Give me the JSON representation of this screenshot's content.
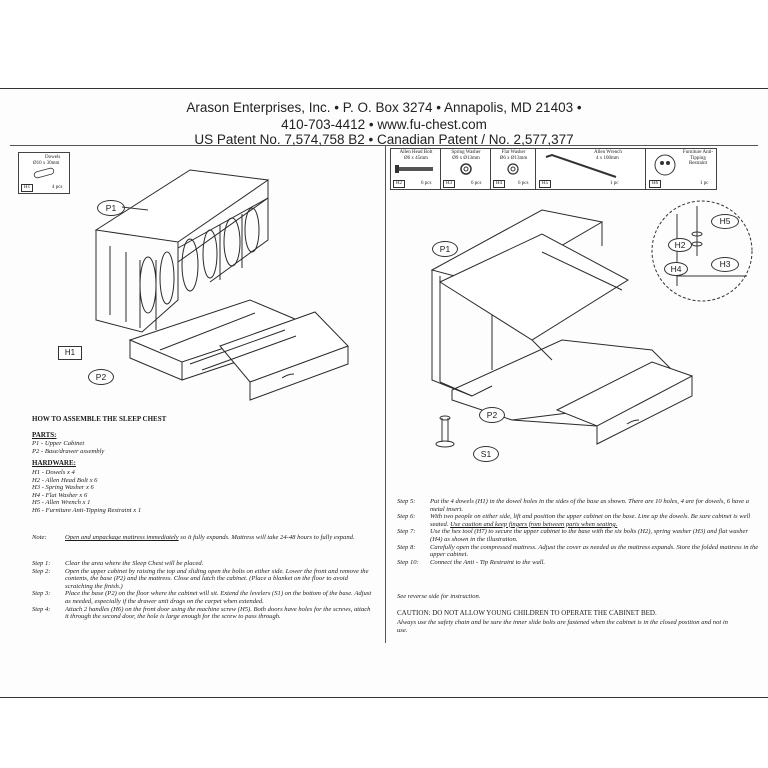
{
  "header": {
    "line1": "Arason Enterprises, Inc. • P. O. Box 3274 • Annapolis, MD 21403 •",
    "line2": "410-703-4412 • www.fu-chest.com",
    "line3": "US Patent No. 7,574,758 B2 • Canadian Patent / No. 2,577,377"
  },
  "left_panel": {
    "dowels": {
      "title": "Dowels",
      "size": "Ø10 x 30mm",
      "code": "H1",
      "qty": "4 pcs"
    },
    "labels": {
      "p1": "P1",
      "h1": "H1",
      "p2": "P2"
    },
    "how_to_title": "HOW TO ASSEMBLE THE SLEEP CHEST",
    "parts_title": "PARTS:",
    "parts": [
      "P1 - Upper Cabinet",
      "P2 - Base/drawer assembly"
    ],
    "hardware_title": "HARDWARE:",
    "hardware": [
      "H1 - Dowels x 4",
      "H2 - Allen Head Bolt x 6",
      "H3 - Spring Washer x 6",
      "H4 - Flat Washer x 6",
      "H5 - Allen Wrench x 1",
      "H6 - Furniture Anti-Tipping Restraint x 1"
    ],
    "note_label": "Note:",
    "note_underlined": "Open and unpackage mattress immediately",
    "note_rest": " so it fully expands. Mattress will take 24-48 hours to fully expand.",
    "steps": [
      {
        "name": "Step 1:",
        "text": "Clear the area where the Sleep Chest will be placed."
      },
      {
        "name": "Step 2:",
        "text": "Open the upper cabinet by raising the top and sliding open the bolts on either side. Lower the front and remove the contents, the base (P2) and the mattress. Close and latch the cabinet. (Place a blanket on the floor to avoid scratching the finish.)"
      },
      {
        "name": "Step 3:",
        "text": "Place the base (P2) on the floor where the cabinet will sit. Extend the levelers (S1) on the bottom of the base. Adjust as needed, especially if the drawer unit drags on the carpet when extended."
      },
      {
        "name": "Step 4:",
        "text": "Attach 2 handles (H6) on the front door using the machine screw (H5). Both doors have holes for the screws, attach it through the second door, the hole is large enough for the screw to pass through."
      }
    ]
  },
  "right_panel": {
    "hardware_boxes": [
      {
        "title": "Allen Head Bolt",
        "size": "Ø6 x 45mm",
        "code": "H2",
        "qty": "6 pcs"
      },
      {
        "title": "Spring Washer",
        "size": "Ø9 x Ø13mm",
        "code": "H3",
        "qty": "6 pcs"
      },
      {
        "title": "Flat Washer",
        "size": "Ø6 x Ø13mm",
        "code": "H4",
        "qty": "6 pcs"
      },
      {
        "title": "Allen Wrench",
        "size": "4 x 100mm",
        "code": "H5",
        "qty": "1 pc"
      },
      {
        "title": "Furniture Anti-Tipping Restraint",
        "size": "",
        "code": "H6",
        "qty": "1 pc"
      }
    ],
    "labels": {
      "p1": "P1",
      "p2": "P2",
      "s1": "S1",
      "h2": "H2",
      "h3": "H3",
      "h4": "H4",
      "h5": "H5"
    },
    "steps": [
      {
        "name": "Step 5:",
        "text": "Put the 4 dowels (H1) in the dowel holes in the sides of the base as shown. There are 10 holes, 4 are for dowels, 6 have a metal insert."
      },
      {
        "name": "Step 6:",
        "text": "With two people on either side, lift and position the upper cabinet on the base. Line up the dowels. Be sure cabinet is well seated. ",
        "underlined": "Use caution and keep fingers from between parts when seating."
      },
      {
        "name": "Step 7:",
        "text": "Use the hex tool (H7) to secure the upper cabinet to the base with the six bolts (H2), spring washer (H3) and flat washer (H4) as shown in the illustration."
      },
      {
        "name": "Step 8:",
        "text": "Carefully open the compressed mattress. Adjust the cover as needed as the mattress expands. Store the folded mattress in the upper cabinet."
      },
      {
        "name": "Step 10:",
        "text": "Connect the Anti - Tip Restraint to the wall."
      }
    ],
    "reverse_note": "See reverse side for instruction.",
    "caution_title": "CAUTION: DO NOT ALLOW YOUNG CHILDREN TO OPERATE THE CABINET BED.",
    "caution_text": "Always use the safety chain and be sure the inner slide bolts are fastened when the cabinet is in the closed position and not in use."
  }
}
